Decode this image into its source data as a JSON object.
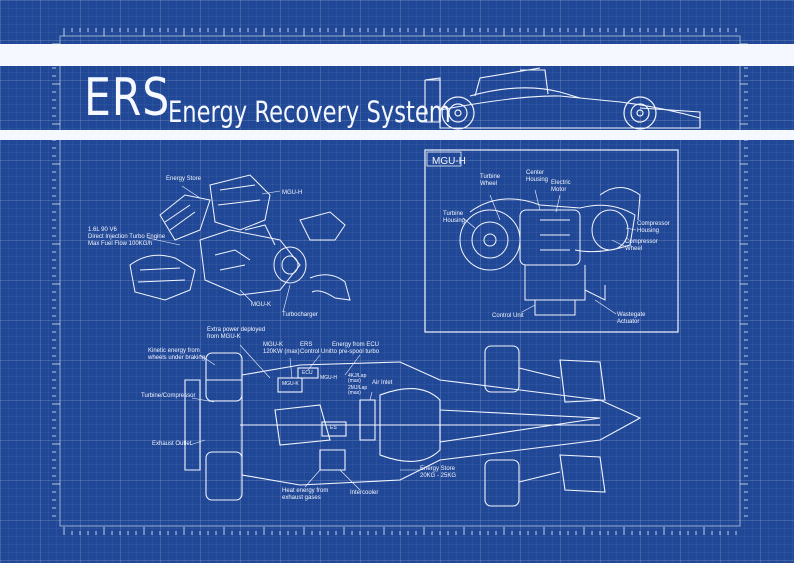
{
  "title": "ERS",
  "subtitle": "Energy Recovery System",
  "inset": {
    "title": "MGU-H",
    "labels": {
      "turbine_wheel": "Turbine\nWheel",
      "center_housing": "Center\nHousing",
      "electric_motor": "Electric\nMotor",
      "turbine_housing": "Turbine\nHousing",
      "compressor_housing": "Compressor\nHousing",
      "compressor_wheel": "Compressor\nWheel",
      "control_unit": "Control Unit",
      "wastegate_actuator": "Wastegate\nActuator"
    }
  },
  "engine": {
    "labels": {
      "energy_store": "Energy Store",
      "mgu_h": "MGU-H",
      "engine_spec": "1.6L 90 V6\nDirect Injection Turbo Engine\nMax Fuel Flow 100KG/h",
      "mgu_k": "MGU-K",
      "turbocharger": "Turbocharger"
    }
  },
  "layout_view": {
    "labels": {
      "extra_power": "Extra power deployed\nfrom MGU-K",
      "kinetic_energy": "Kinetic energy from\nwheels under braking",
      "mgu_k_power": "MGU-K\n120KW (max)",
      "ers_cu": "ERS\nControl Unit",
      "ecu_energy": "Energy from ECU\nto pre-spool turbo",
      "turbine_compressor": "Turbine/Compressor",
      "air_inlet": "Air Inlet",
      "exhaust_outlet": "Exhaust Outlet",
      "heat_energy": "Heat energy from\nexhaust gases",
      "intercooler": "Intercooler",
      "energy_store": "Energy Store\n20KG - 25KG",
      "tag_mgu_k": "MGU-K",
      "tag_ecu": "ECU",
      "tag_mgu_h": "MGU-H",
      "tag_es": "ES",
      "tag_hp": "4KJ/Lap\n(max)",
      "tag_hp2": "2MJ/Lap\n(max)"
    }
  }
}
